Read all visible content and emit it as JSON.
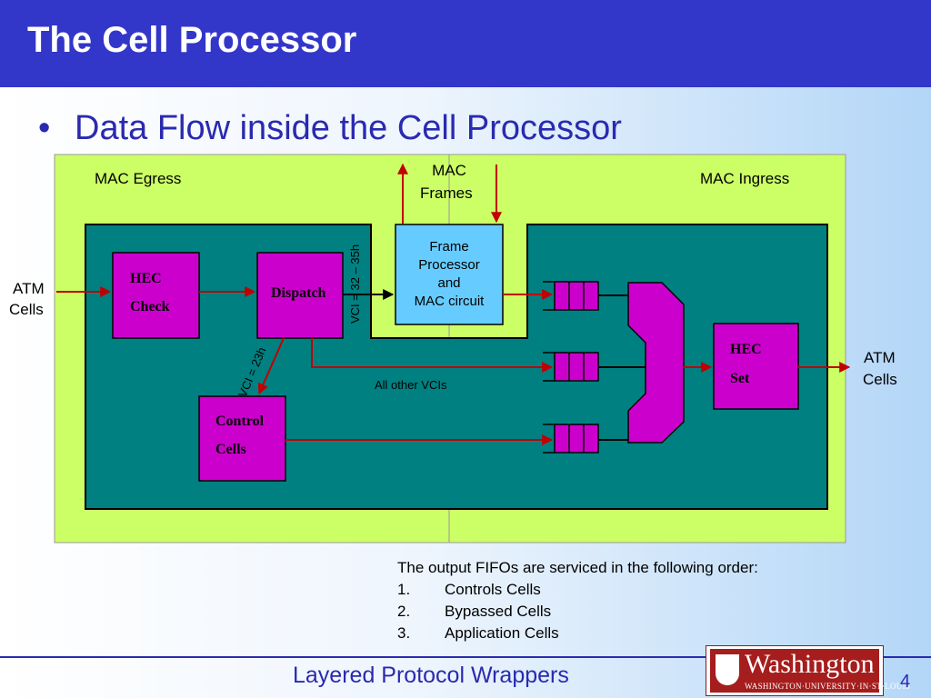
{
  "slide": {
    "title": "The Cell Processor",
    "bullet": "Data Flow inside the Cell Processor",
    "footer": "Layered Protocol Wrappers",
    "page_number": "4"
  },
  "diagram": {
    "mac_egress": "MAC Egress",
    "mac_ingress": "MAC Ingress",
    "mac_frames": [
      "MAC",
      "Frames"
    ],
    "atm_cells_in": [
      "ATM",
      "Cells"
    ],
    "atm_cells_out": [
      "ATM",
      "Cells"
    ],
    "hec_check": [
      "HEC",
      "Check"
    ],
    "dispatch": "Dispatch",
    "frame_processor": [
      "Frame",
      "Processor",
      "and",
      "MAC circuit"
    ],
    "control_cells": [
      "Control",
      "Cells"
    ],
    "hec_set": [
      "HEC",
      "Set"
    ],
    "vci_frames": "VCI = 32 – 35h",
    "vci_control": "VCI = 23h",
    "all_other_vcis": "All other VCIs"
  },
  "notes": {
    "heading": "The output FIFOs are serviced in the following order:",
    "items": [
      {
        "num": "1.",
        "text": "Controls Cells"
      },
      {
        "num": "2.",
        "text": "Bypassed Cells"
      },
      {
        "num": "3.",
        "text": "Application Cells"
      }
    ]
  },
  "logo": {
    "word": "Washington",
    "sub": "WASHINGTON·UNIVERSITY·IN·ST·LOUIS"
  },
  "colors": {
    "title_bar": "#3236c9",
    "panel": "#ccff66",
    "chip": "#008080",
    "block": "#cc00cc",
    "frame_processor": "#66ccff",
    "arrow": "#c00000"
  }
}
